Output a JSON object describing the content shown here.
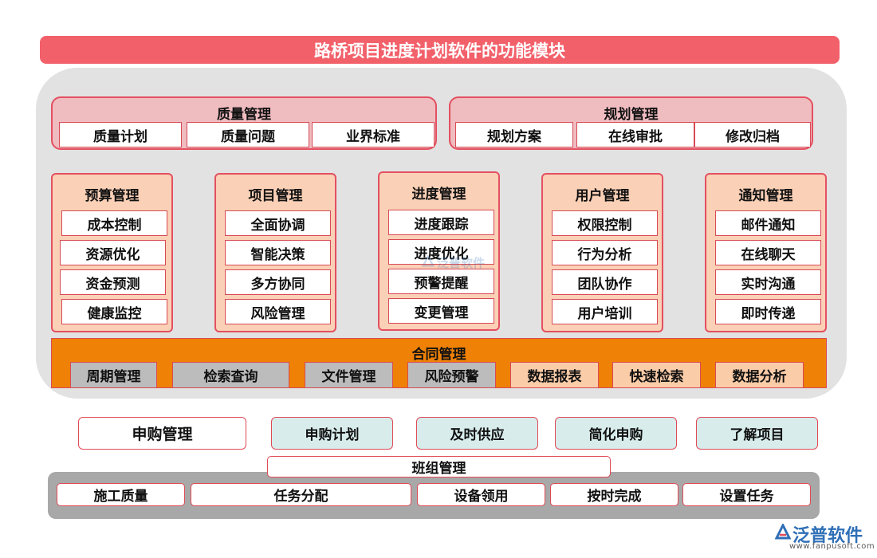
{
  "title": "路桥项目进度计划软件的功能模块",
  "quality": {
    "title": "质量管理",
    "items": [
      "质量计划",
      "质量问题",
      "业界标准"
    ]
  },
  "planning": {
    "title": "规划管理",
    "items": [
      "规划方案",
      "在线审批",
      "修改归档"
    ]
  },
  "modules": [
    {
      "title": "预算管理",
      "items": [
        "成本控制",
        "资源优化",
        "资金预测",
        "健康监控"
      ]
    },
    {
      "title": "项目管理",
      "items": [
        "全面协调",
        "智能决策",
        "多方协同",
        "风险管理"
      ]
    },
    {
      "title": "进度管理",
      "items": [
        "进度跟踪",
        "进度优化",
        "预警提醒",
        "变更管理"
      ]
    },
    {
      "title": "用户管理",
      "items": [
        "权限控制",
        "行为分析",
        "团队协作",
        "用户培训"
      ]
    },
    {
      "title": "通知管理",
      "items": [
        "邮件通知",
        "在线聊天",
        "实时沟通",
        "即时传递"
      ]
    }
  ],
  "contract": {
    "title": "合同管理",
    "items": [
      "周期管理",
      "检索查询",
      "文件管理",
      "风险预警",
      "数据报表",
      "快速检索",
      "数据分析"
    ]
  },
  "purchase": {
    "title": "申购管理",
    "items": [
      "申购计划",
      "及时供应",
      "简化申购",
      "了解项目"
    ]
  },
  "team": {
    "title": "班组管理",
    "items": [
      "施工质量",
      "任务分配",
      "设备领用",
      "按时完成",
      "设置任务"
    ]
  },
  "logo": {
    "name": "泛普软件",
    "url": "www.fanpusoft.com",
    "icon": "fanpu-logo-icon"
  },
  "watermark": {
    "text": "泛普软件"
  },
  "colors": {
    "title_bg": "#f2606a",
    "panel_bg": "#e2e2e2",
    "pink_group": "#efbcc0",
    "module_bg": "#fad0b6",
    "contract_bg": "#ef8106",
    "gray_item": "#bcbcbc",
    "peach_item": "#fbcca8",
    "teal_pill": "#d8ecec",
    "team_bg": "#a8a8a8",
    "border": "#e04a55",
    "logo_blue": "#2f6fb7"
  }
}
